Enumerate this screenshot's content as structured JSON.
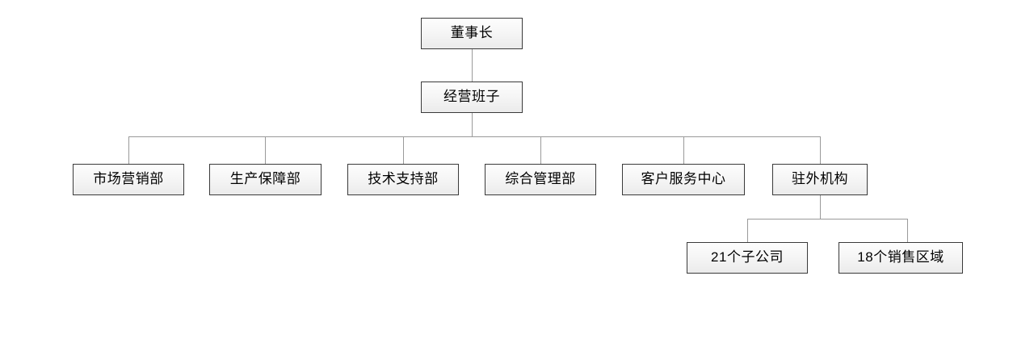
{
  "diagram": {
    "type": "organization-chart",
    "title": "",
    "orientation": "top-down",
    "levels": 4,
    "colors": {
      "node_border": "#3a3a3a",
      "node_fill_top": "#fdfdfd",
      "node_fill_bottom": "#ebebeb",
      "connector": "#9a9a9a",
      "text": "#000000",
      "background": "#ffffff"
    },
    "nodes": {
      "chairman": {
        "label": "董事长",
        "level": 1
      },
      "management_team": {
        "label": "经营班子",
        "level": 2
      },
      "departments": [
        {
          "label": "市场营销部",
          "level": 3
        },
        {
          "label": "生产保障部",
          "level": 3
        },
        {
          "label": "技术支持部",
          "level": 3
        },
        {
          "label": "综合管理部",
          "level": 3
        },
        {
          "label": "客户服务中心",
          "level": 3
        },
        {
          "label": "驻外机构",
          "level": 3
        }
      ],
      "field_offices_children": [
        {
          "label": "21个子公司",
          "level": 4
        },
        {
          "label": "18个销售区域",
          "level": 4
        }
      ]
    },
    "edges": [
      {
        "from": "董事长",
        "to": "经营班子"
      },
      {
        "from": "经营班子",
        "to": "市场营销部"
      },
      {
        "from": "经营班子",
        "to": "生产保障部"
      },
      {
        "from": "经营班子",
        "to": "技术支持部"
      },
      {
        "from": "经营班子",
        "to": "综合管理部"
      },
      {
        "from": "经营班子",
        "to": "客户服务中心"
      },
      {
        "from": "经营班子",
        "to": "驻外机构"
      },
      {
        "from": "驻外机构",
        "to": "21个子公司"
      },
      {
        "from": "驻外机构",
        "to": "18个销售区域"
      }
    ]
  }
}
